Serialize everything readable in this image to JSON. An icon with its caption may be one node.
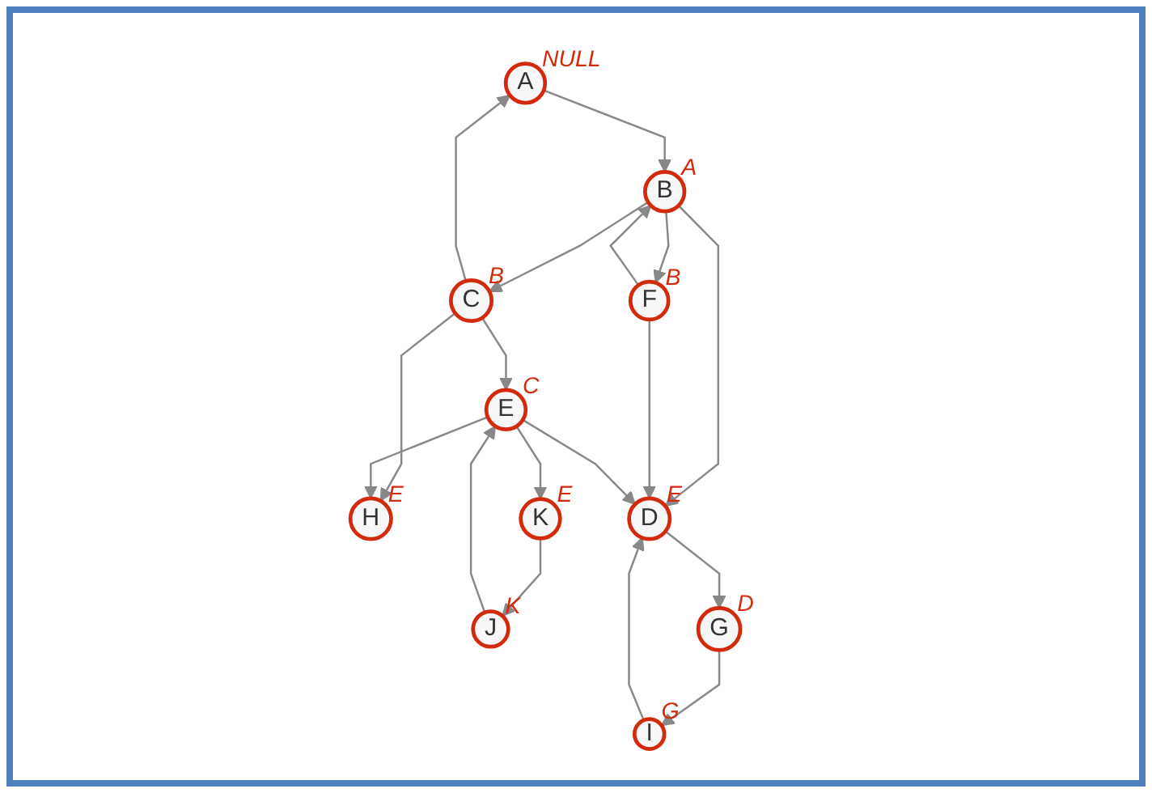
{
  "diagram": {
    "nodes": [
      {
        "text": [
          "A"
        ],
        "beside": [
          "NULL"
        ]
      },
      {
        "text": [
          "F"
        ],
        "beside": [
          "B"
        ]
      },
      {
        "text": [
          "B"
        ],
        "beside": [
          "A"
        ]
      },
      {
        "text": [
          "C"
        ],
        "beside": [
          "B"
        ]
      },
      {
        "text": [
          "H"
        ],
        "beside": [
          "E"
        ]
      },
      {
        "text": [
          "D"
        ],
        "beside": [
          "E"
        ]
      },
      {
        "text": [
          "E"
        ],
        "beside": [
          "C"
        ]
      },
      {
        "text": [
          "J"
        ],
        "beside": [
          "K"
        ]
      },
      {
        "text": [
          "I"
        ],
        "beside": [
          "G"
        ]
      },
      {
        "text": [
          "G"
        ],
        "beside": [
          "D"
        ]
      },
      {
        "text": [
          "K"
        ],
        "beside": [
          "E"
        ]
      }
    ],
    "edges": [
      {
        "from": 0,
        "to": 2,
        "arrow": "to"
      },
      {
        "from": 3,
        "to": 0,
        "arrow": "to"
      },
      {
        "from": 1,
        "to": 2,
        "arrow": "to"
      },
      {
        "from": 2,
        "to": 1,
        "arrow": "to"
      },
      {
        "from": 2,
        "to": 3,
        "arrow": "to"
      },
      {
        "from": 3,
        "to": 4,
        "arrow": "to"
      },
      {
        "from": 2,
        "to": 5,
        "arrow": "to"
      },
      {
        "from": 1,
        "to": 5,
        "arrow": "to"
      },
      {
        "from": 3,
        "to": 6,
        "arrow": "to"
      },
      {
        "from": 6,
        "to": 5,
        "arrow": "to"
      },
      {
        "from": 6,
        "to": 4,
        "arrow": "to"
      },
      {
        "from": 7,
        "to": 6,
        "arrow": "to"
      },
      {
        "from": 8,
        "to": 5,
        "arrow": "to"
      },
      {
        "from": 5,
        "to": 9,
        "arrow": "to"
      },
      {
        "from": 9,
        "to": 8,
        "arrow": "to"
      },
      {
        "from": 6,
        "to": 10,
        "arrow": "to"
      },
      {
        "from": 10,
        "to": 7,
        "arrow": "to"
      }
    ]
  }
}
